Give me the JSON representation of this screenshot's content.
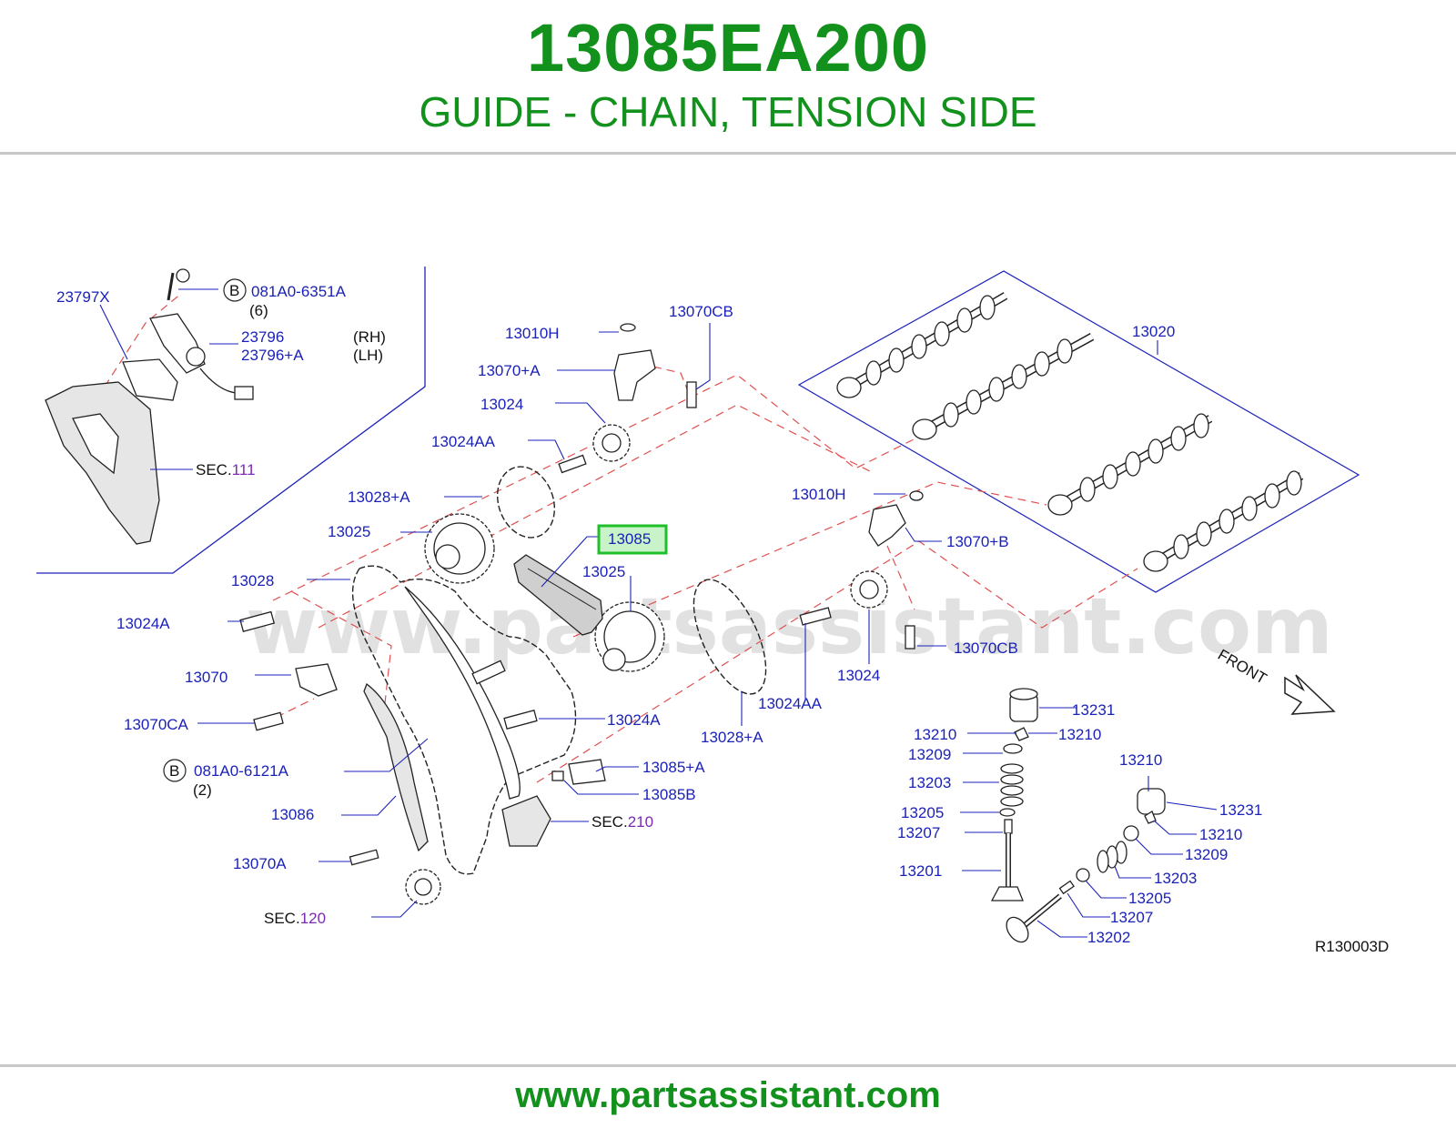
{
  "header": {
    "part_number": "13085EA200",
    "description": "GUIDE - CHAIN, TENSION SIDE"
  },
  "footer": {
    "url": "www.partsassistant.com"
  },
  "watermark": "www.partsassistant.com",
  "colors": {
    "accent_green": "#12911c",
    "label_blue": "#1b22b8",
    "highlight_box": "#1fbf2a",
    "highlight_fill": "#c8f2c8",
    "section_purple": "#7a2ab5",
    "dash_red": "#e05050"
  },
  "diagram": {
    "ref_code": "R130003D",
    "front_label": "FRONT",
    "highlighted": "13085",
    "labels": {
      "l_23797X": "23797X",
      "l_B1_code": "081A0-6351A",
      "l_B1_qty": "(6)",
      "l_23796": "23796",
      "l_23796A": "23796+A",
      "l_RH": "(RH)",
      "l_LH": "(LH)",
      "l_SEC111": "SEC.",
      "l_SEC111n": "111",
      "l_13010H_a": "13010H",
      "l_13070CB_a": "13070CB",
      "l_13070A_p": "13070+A",
      "l_13024_a": "13024",
      "l_13024AA_a": "13024AA",
      "l_13020": "13020",
      "l_13028A_a": "13028+A",
      "l_13025_a": "13025",
      "l_13085": "13085",
      "l_13010H_b": "13010H",
      "l_13070B": "13070+B",
      "l_13028": "13028",
      "l_13025_b": "13025",
      "l_13024A_a": "13024A",
      "l_13070CB_b": "13070CB",
      "l_13024_b": "13024",
      "l_13070": "13070",
      "l_13024AA_b": "13024AA",
      "l_13070CA": "13070CA",
      "l_13024A_b": "13024A",
      "l_13028A_b": "13028+A",
      "l_B2_code": "081A0-6121A",
      "l_B2_qty": "(2)",
      "l_13085A": "13085+A",
      "l_13085B": "13085B",
      "l_13086": "13086",
      "l_SEC210": "SEC.",
      "l_SEC210n": "210",
      "l_13070A": "13070A",
      "l_SEC120": "SEC.",
      "l_SEC120n": "120",
      "l_13231_a": "13231",
      "l_13210_a": "13210",
      "l_13210_b": "13210",
      "l_13209_a": "13209",
      "l_13203_a": "13203",
      "l_13205_a": "13205",
      "l_13207_a": "13207",
      "l_13201": "13201",
      "l_13210_c": "13210",
      "l_13231_b": "13231",
      "l_13210_d": "13210",
      "l_13209_b": "13209",
      "l_13203_b": "13203",
      "l_13205_b": "13205",
      "l_13207_b": "13207",
      "l_13202": "13202",
      "b_marker": "B"
    }
  }
}
